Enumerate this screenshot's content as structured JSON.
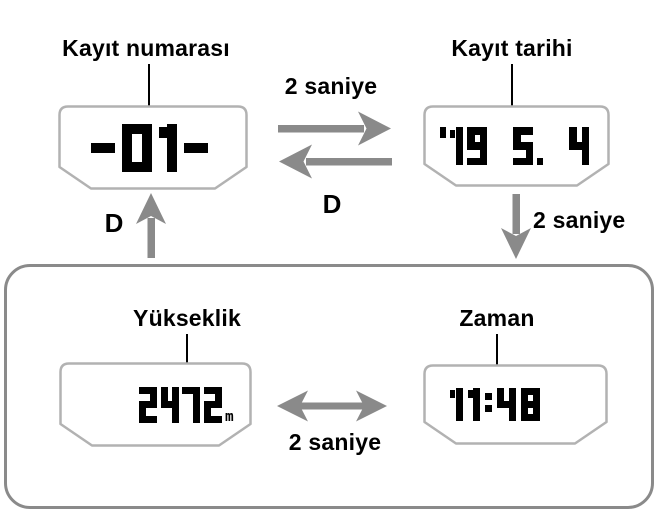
{
  "diagram": {
    "labels": {
      "record_number": "Kayıt numarası",
      "record_date": "Kayıt tarihi",
      "altitude": "Yükseklik",
      "time": "Zaman"
    },
    "annotations": {
      "two_seconds_top": "2 saniye",
      "two_seconds_right": "2 saniye",
      "two_seconds_bottom": "2 saniye",
      "d_button_middle": "D",
      "d_button_left": "D"
    },
    "displays": {
      "record_number": {
        "value": "-01-"
      },
      "record_date": {
        "value": "'19 5. 4"
      },
      "altitude": {
        "value": "2472",
        "unit": "m"
      },
      "time": {
        "value": "11:48"
      }
    },
    "colors": {
      "arrow": "#8a8a8a",
      "box_border": "#8a8a8a",
      "lcd_outline": "#b2b2b2",
      "segment": "#000000",
      "text": "#000000"
    }
  }
}
